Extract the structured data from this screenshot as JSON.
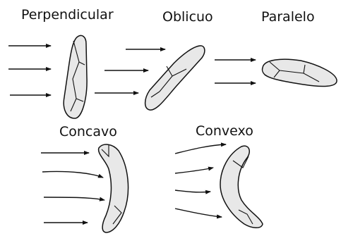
{
  "panels": {
    "perpendicular": {
      "title": "Perpendicular"
    },
    "oblique": {
      "title": "Oblicuo"
    },
    "parallel": {
      "title": "Paralelo"
    },
    "concave": {
      "title": "Concavo"
    },
    "convex": {
      "title": "Convexo"
    }
  }
}
